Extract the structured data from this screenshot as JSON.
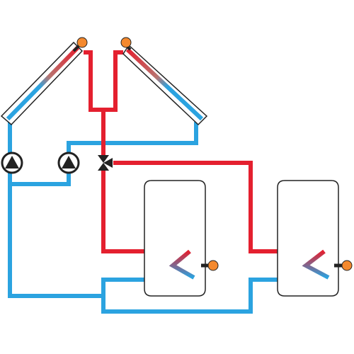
{
  "colors": {
    "hot": "#e4202f",
    "cold": "#2ba3e0",
    "sensor": "#f4892e",
    "outline": "#222222",
    "panel_glass": "#ffffff"
  },
  "components": {
    "collectors": [
      {
        "name": "collector-left",
        "icon": "solar-collector-icon"
      },
      {
        "name": "collector-right",
        "icon": "solar-collector-icon"
      }
    ],
    "pumps": [
      {
        "name": "pump-left",
        "icon": "pump-icon"
      },
      {
        "name": "pump-middle",
        "icon": "pump-icon"
      }
    ],
    "valves": [
      {
        "name": "three-way-valve",
        "icon": "three-way-valve-icon"
      }
    ],
    "tanks": [
      {
        "name": "storage-tank-left",
        "icon": "storage-tank-icon"
      },
      {
        "name": "storage-tank-right",
        "icon": "storage-tank-icon"
      }
    ],
    "sensors": [
      {
        "name": "collector-sensor-left",
        "icon": "temperature-sensor-icon"
      },
      {
        "name": "collector-sensor-right",
        "icon": "temperature-sensor-icon"
      },
      {
        "name": "tank-sensor-left",
        "icon": "temperature-sensor-icon"
      },
      {
        "name": "tank-sensor-right",
        "icon": "temperature-sensor-icon"
      }
    ]
  }
}
